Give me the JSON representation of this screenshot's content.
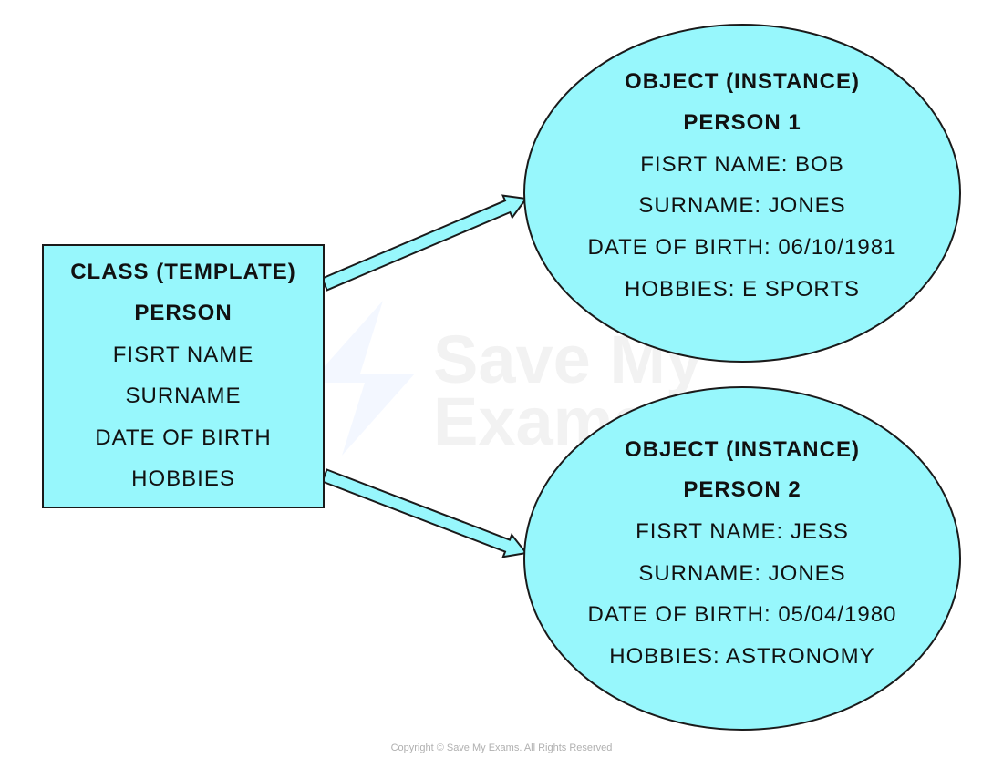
{
  "colors": {
    "fill": "#97F7FC",
    "stroke": "#1a1a1a"
  },
  "class_box": {
    "title": "CLASS (TEMPLATE)",
    "name": "PERSON",
    "attributes": [
      "FISRT NAME",
      "SURNAME",
      "DATE OF BIRTH",
      "HOBBIES"
    ]
  },
  "objects": [
    {
      "title": "OBJECT (INSTANCE)",
      "name": "PERSON 1",
      "attributes": [
        "FISRT NAME: BOB",
        "SURNAME: JONES",
        "DATE OF BIRTH: 06/10/1981",
        "HOBBIES: E SPORTS"
      ]
    },
    {
      "title": "OBJECT (INSTANCE)",
      "name": "PERSON 2",
      "attributes": [
        "FISRT NAME: JESS",
        "SURNAME: JONES",
        "DATE OF BIRTH: 05/04/1980",
        "HOBBIES: ASTRONOMY"
      ]
    }
  ],
  "watermark": [
    "Save My",
    "Exams"
  ],
  "copyright": "Copyright © Save My Exams. All Rights Reserved"
}
